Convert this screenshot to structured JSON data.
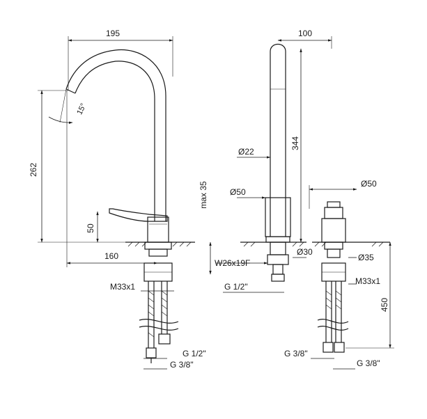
{
  "dimensions": {
    "spout_reach": "195",
    "spout_height": "262",
    "spout_angle": "15°",
    "lever_height": "50",
    "base_offset": "160",
    "thread_left": "M33x1",
    "hose_left_a": "G 1/2\"",
    "hose_left_b": "G 3/8\"",
    "side_width": "100",
    "body_height": "344",
    "tube_dia": "Ø22",
    "base_dia": "Ø50",
    "max_deck": "max 35",
    "nut_thread": "W26x19F",
    "nut_dia": "Ø30",
    "conn_thread": "G 1/2\"",
    "valve_dia": "Ø50",
    "valve_nut": "Ø35",
    "valve_thread": "M33x1",
    "hose_length": "450",
    "valve_hose_a": "G 3/8\"",
    "valve_hose_b": "G 3/8\""
  }
}
